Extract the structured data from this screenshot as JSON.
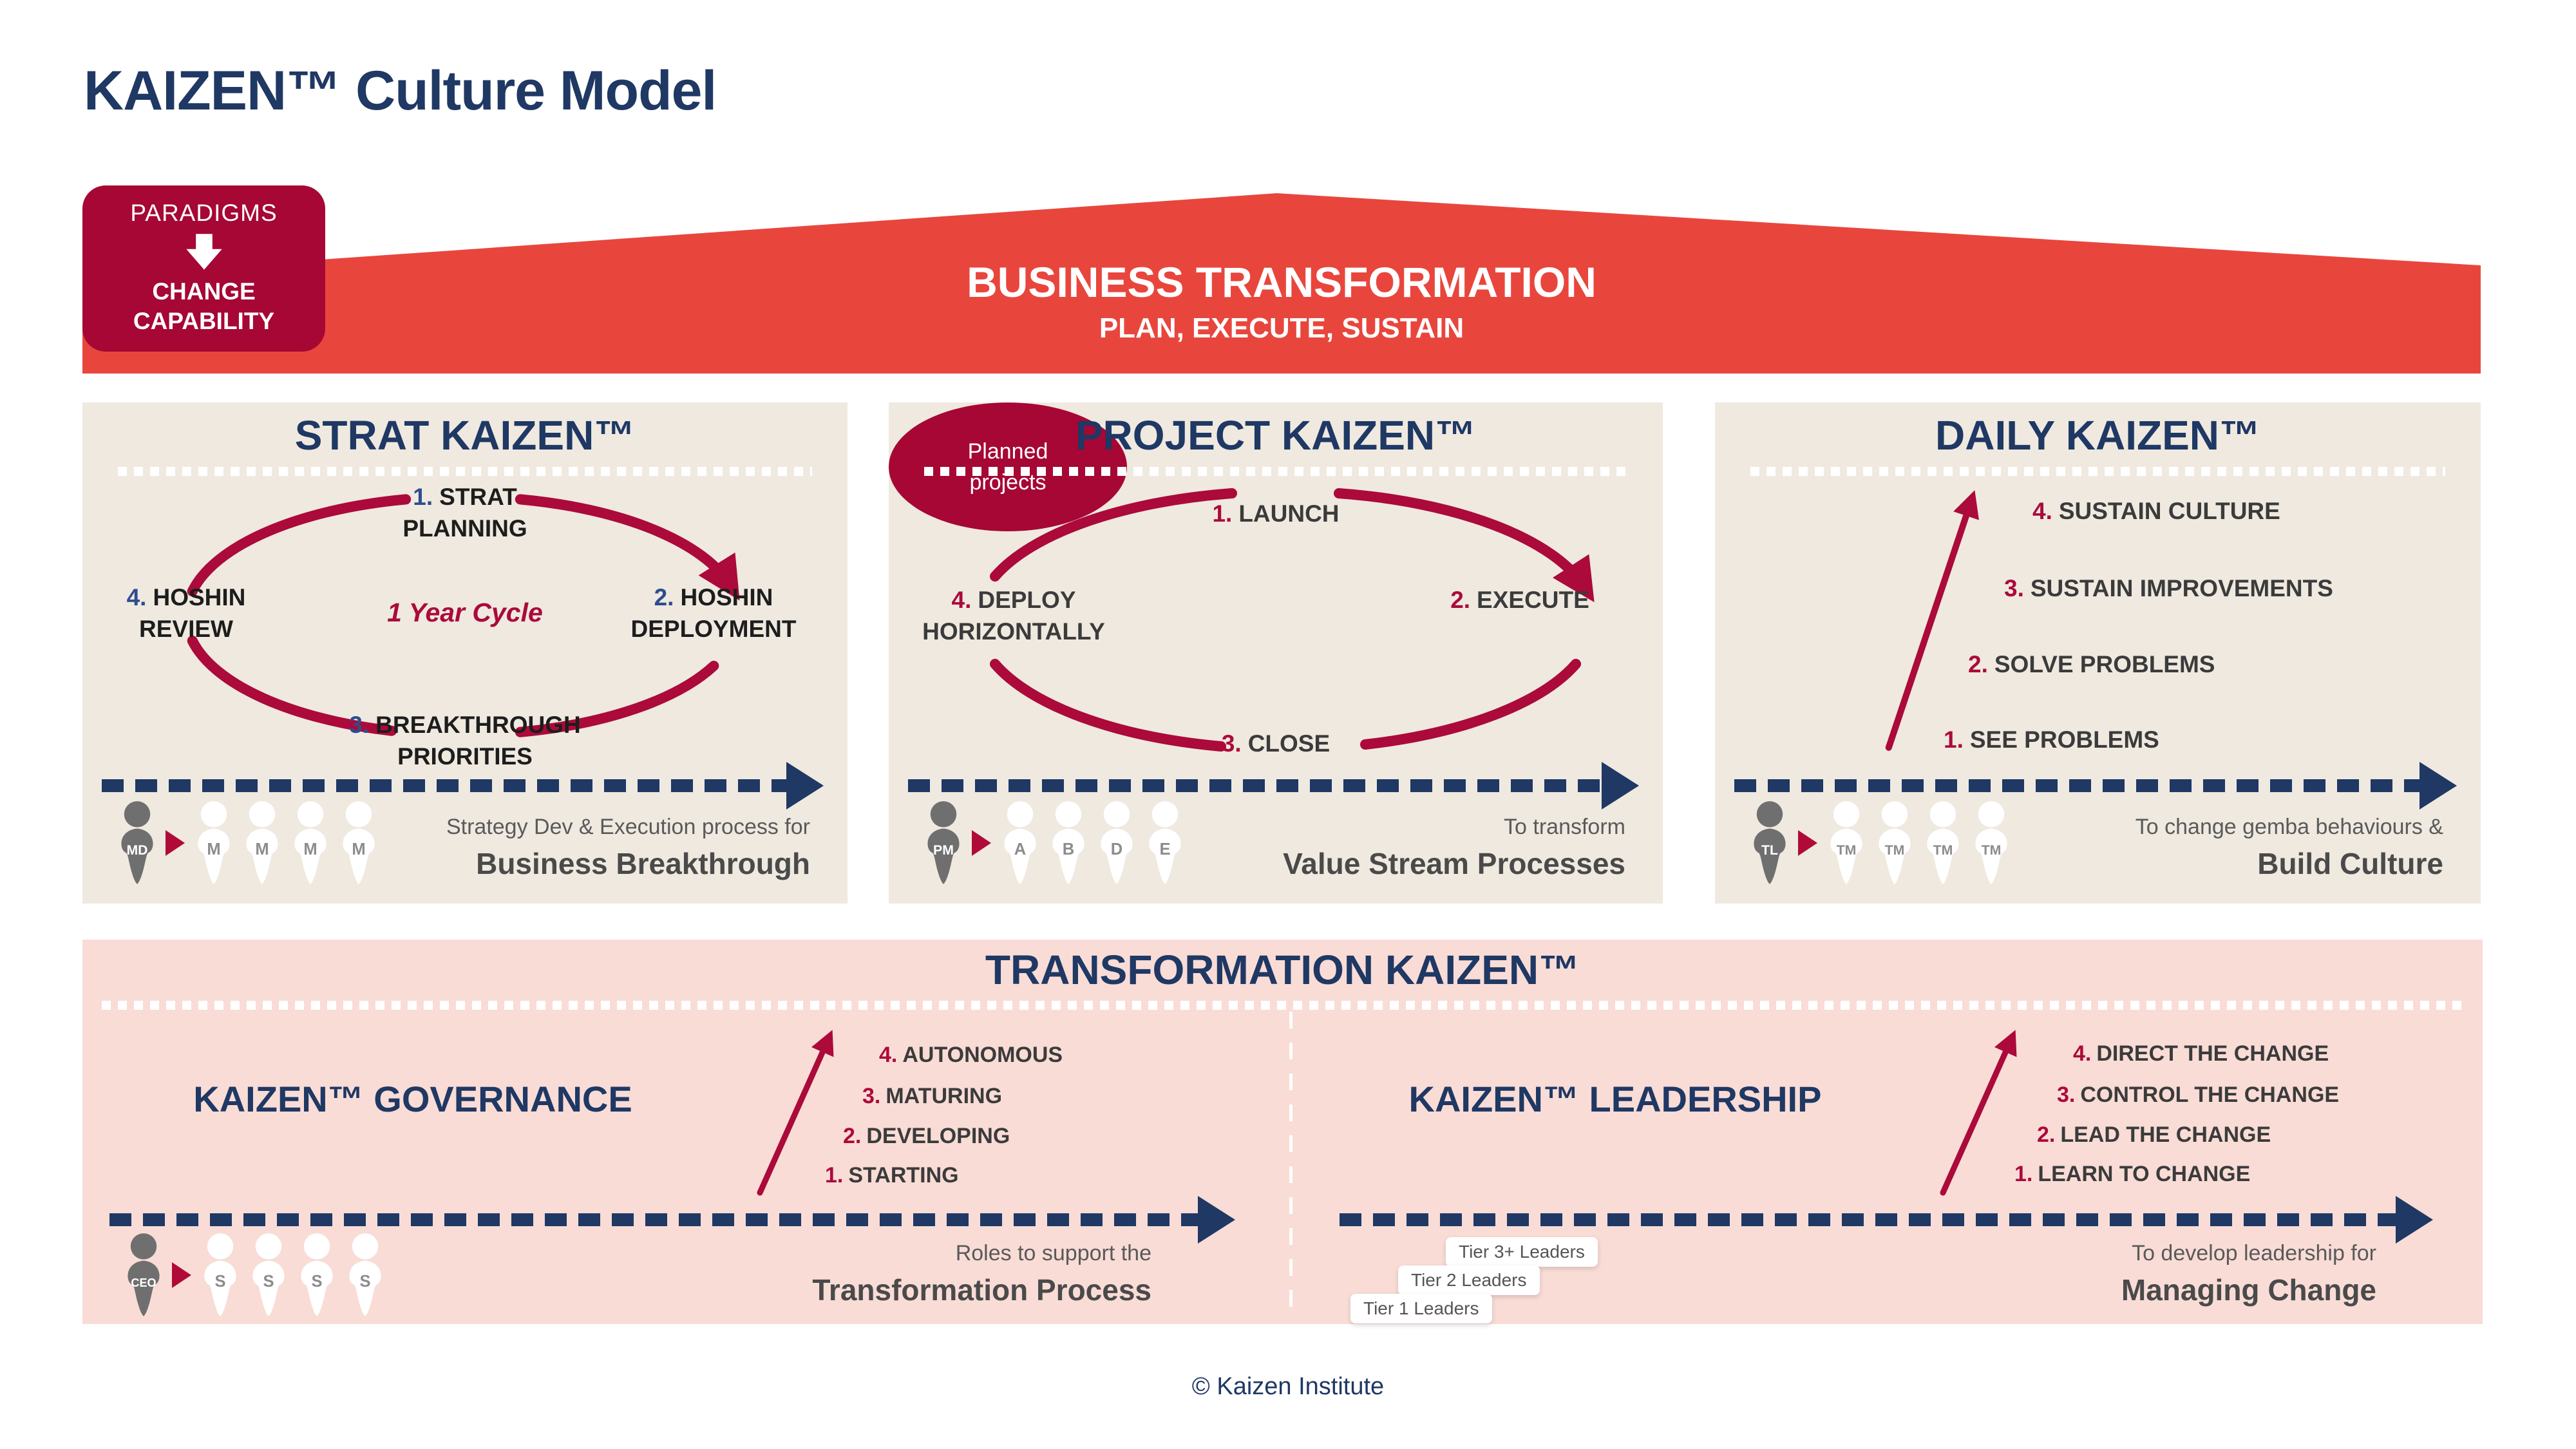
{
  "colors": {
    "navy": "#1f3864",
    "banner_red": "#e8463d",
    "crimson_badge": "#a60735",
    "accent_red": "#ab0a3b",
    "beige_panel": "#efe9e0",
    "pink_panel": "#f9dcd6",
    "gray_text": "#5a5a5a",
    "dark_text": "#3b3b3b"
  },
  "page": {
    "title": "KAIZEN™ Culture Model",
    "footer": "© Kaizen Institute"
  },
  "badge": {
    "line1": "PARADIGMS",
    "arrow_icon": "down-block-arrow",
    "line2": "CHANGE",
    "line3": "CAPABILITY"
  },
  "banner": {
    "title": "BUSINESS TRANSFORMATION",
    "subtitle": "PLAN, EXECUTE, SUSTAIN"
  },
  "strat": {
    "title": "STRAT KAIZEN™",
    "top": {
      "num": "1.",
      "line1": "STRAT",
      "line2": "PLANNING"
    },
    "right": {
      "num": "2.",
      "line1": "HOSHIN",
      "line2": "DEPLOYMENT"
    },
    "bottom": {
      "num": "3.",
      "line1": "BREAKTHROUGH",
      "line2": "PRIORITIES"
    },
    "left": {
      "num": "4.",
      "line1": "HOSHIN",
      "line2": "REVIEW"
    },
    "center": "1 Year Cycle",
    "lead": "MD",
    "members": [
      "M",
      "M",
      "M",
      "M"
    ],
    "caption1": "Strategy Dev & Execution process for",
    "caption2": "Business Breakthrough"
  },
  "project": {
    "title": "PROJECT KAIZEN™",
    "top": {
      "num": "1.",
      "line1": "LAUNCH",
      "line2": ""
    },
    "right": {
      "num": "2.",
      "line1": "EXECUTE",
      "line2": ""
    },
    "bottom": {
      "num": "3.",
      "line1": "CLOSE",
      "line2": ""
    },
    "left": {
      "num": "4.",
      "line1": "DEPLOY",
      "line2": "HORIZONTALLY"
    },
    "ellipse_line1": "Planned",
    "ellipse_line2": "projects",
    "lead": "PM",
    "members": [
      "A",
      "B",
      "D",
      "E"
    ],
    "caption1": "To transform",
    "caption2": "Value Stream Processes"
  },
  "daily": {
    "title": "DAILY KAIZEN™",
    "items": [
      {
        "num": "4.",
        "text": "SUSTAIN CULTURE"
      },
      {
        "num": "3.",
        "text": "SUSTAIN IMPROVEMENTS"
      },
      {
        "num": "2.",
        "text": "SOLVE PROBLEMS"
      },
      {
        "num": "1.",
        "text": "SEE PROBLEMS"
      }
    ],
    "lead": "TL",
    "members": [
      "TM",
      "TM",
      "TM",
      "TM"
    ],
    "caption1": "To change gemba behaviours &",
    "caption2": "Build Culture"
  },
  "transformation": {
    "title": "TRANSFORMATION KAIZEN™",
    "governance": {
      "title": "KAIZEN™ GOVERNANCE",
      "items": [
        {
          "num": "4.",
          "text": "AUTONOMOUS"
        },
        {
          "num": "3.",
          "text": "MATURING"
        },
        {
          "num": "2.",
          "text": "DEVELOPING"
        },
        {
          "num": "1.",
          "text": "STARTING"
        }
      ],
      "lead": "CEO",
      "members": [
        "S",
        "S",
        "S",
        "S"
      ],
      "caption1": "Roles to support the",
      "caption2": "Transformation Process"
    },
    "leadership": {
      "title": "KAIZEN™ LEADERSHIP",
      "items": [
        {
          "num": "4.",
          "text": "DIRECT THE CHANGE"
        },
        {
          "num": "3.",
          "text": "CONTROL THE CHANGE"
        },
        {
          "num": "2.",
          "text": "LEAD THE CHANGE"
        },
        {
          "num": "1.",
          "text": "LEARN TO CHANGE"
        }
      ],
      "tiers": [
        "Tier 3+ Leaders",
        "Tier 2 Leaders",
        "Tier 1 Leaders"
      ],
      "caption1": "To develop leadership for",
      "caption2": "Managing Change"
    }
  }
}
